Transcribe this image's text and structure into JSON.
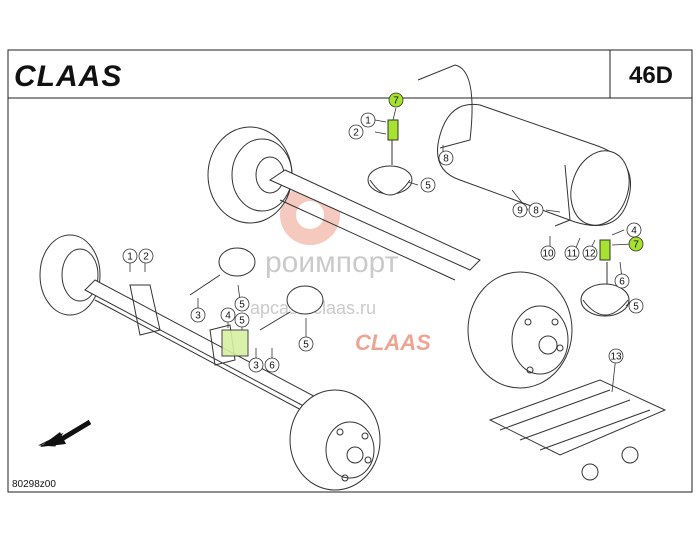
{
  "header": {
    "brand_logo": "CLAAS",
    "page_code": "46D"
  },
  "drawing_number": "80298z00",
  "watermark": {
    "line1": "роимпорт",
    "line2": "apcasti-claas.ru",
    "logo": "CLAAS"
  },
  "callouts": [
    {
      "id": "c1a",
      "label": "1",
      "highlight": false
    },
    {
      "id": "c2a",
      "label": "2",
      "highlight": false
    },
    {
      "id": "c7a",
      "label": "7",
      "highlight": true
    },
    {
      "id": "c8",
      "label": "8",
      "highlight": false
    },
    {
      "id": "c5a",
      "label": "5",
      "highlight": false
    },
    {
      "id": "c9",
      "label": "9",
      "highlight": false
    },
    {
      "id": "c8b",
      "label": "8",
      "highlight": false
    },
    {
      "id": "c4a",
      "label": "4",
      "highlight": false
    },
    {
      "id": "c7b",
      "label": "7",
      "highlight": true
    },
    {
      "id": "c10",
      "label": "10",
      "highlight": false
    },
    {
      "id": "c11",
      "label": "11",
      "highlight": false
    },
    {
      "id": "c12",
      "label": "12",
      "highlight": false
    },
    {
      "id": "c6a",
      "label": "6",
      "highlight": false
    },
    {
      "id": "c5b",
      "label": "5",
      "highlight": false
    },
    {
      "id": "c1b",
      "label": "1",
      "highlight": false
    },
    {
      "id": "c2b",
      "label": "2",
      "highlight": false
    },
    {
      "id": "c5c",
      "label": "5",
      "highlight": false
    },
    {
      "id": "c3a",
      "label": "3",
      "highlight": false
    },
    {
      "id": "c4b",
      "label": "4",
      "highlight": false
    },
    {
      "id": "c5d",
      "label": "5",
      "highlight": false
    },
    {
      "id": "c5e",
      "label": "5",
      "highlight": false
    },
    {
      "id": "c3b",
      "label": "3",
      "highlight": false
    },
    {
      "id": "c6b",
      "label": "6",
      "highlight": false
    },
    {
      "id": "c13",
      "label": "13",
      "highlight": false
    }
  ],
  "colors": {
    "highlight": "#a6e22e",
    "line": "#222222",
    "watermark_red": "#e05a3a",
    "watermark_gray": "#a0a0a0"
  }
}
